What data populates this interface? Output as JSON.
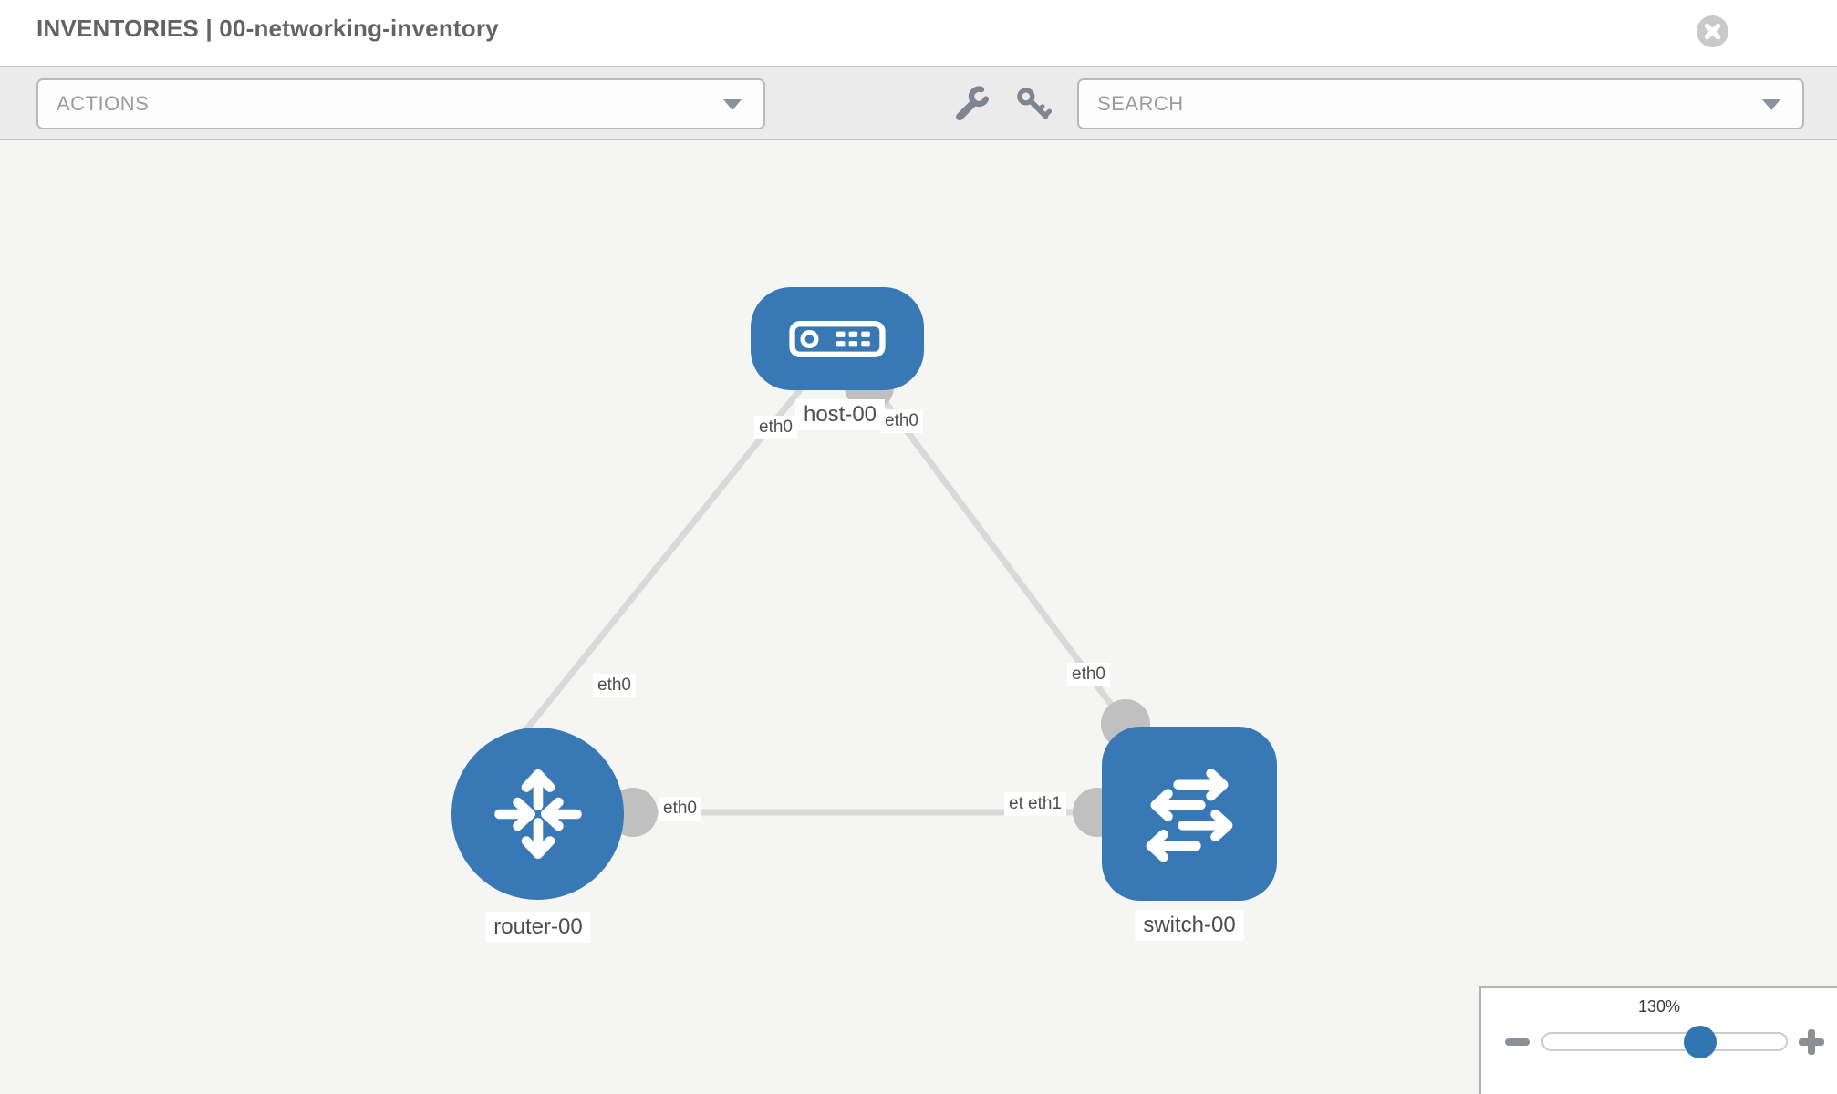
{
  "header": {
    "title": "INVENTORIES | 00-networking-inventory",
    "close_icon": "x-circle-icon"
  },
  "toolbar": {
    "actions_dropdown": {
      "label": "ACTIONS",
      "caret_icon": "caret-down-icon"
    },
    "tools": [
      {
        "icon": "wrench-icon"
      },
      {
        "icon": "key-icon"
      }
    ],
    "search_dropdown": {
      "placeholder": "SEARCH",
      "caret_icon": "caret-down-icon"
    }
  },
  "diagram": {
    "nodes": [
      {
        "label": "host-00",
        "type": "host",
        "shape": "rounded-rect",
        "icon": "host-icon"
      },
      {
        "label": "router-00",
        "type": "router",
        "shape": "circle",
        "icon": "router-icon"
      },
      {
        "label": "switch-00",
        "type": "switch",
        "shape": "rounded-square",
        "icon": "switch-icon"
      }
    ],
    "links": [
      {
        "from": "host-00",
        "to": "router-00"
      },
      {
        "from": "host-00",
        "to": "switch-00"
      },
      {
        "from": "router-00",
        "to": "switch-00"
      }
    ],
    "interface_labels": {
      "host_router_at_host": "eth0",
      "host_router_at_router": "eth0",
      "host_switch_at_host": "eth0",
      "host_switch_at_switch": "eth0",
      "router_switch_at_router": "eth0",
      "router_switch_at_switch_back": "eth0",
      "router_switch_at_switch_front": "eth1"
    }
  },
  "zoom_control": {
    "value": "130%",
    "minus_icon": "minus-icon",
    "plus_icon": "plus-icon"
  },
  "colors": {
    "node_blue": "#3879b5",
    "link_gray": "#d9d9d9",
    "interface_dot_gray": "#c0c0c0",
    "toolbar_bg": "#ebebeb",
    "canvas_bg": "#f5f5f4",
    "label_text": "#4d4d4d",
    "title_text": "#636363",
    "slider_thumb_blue": "#3276b1"
  }
}
